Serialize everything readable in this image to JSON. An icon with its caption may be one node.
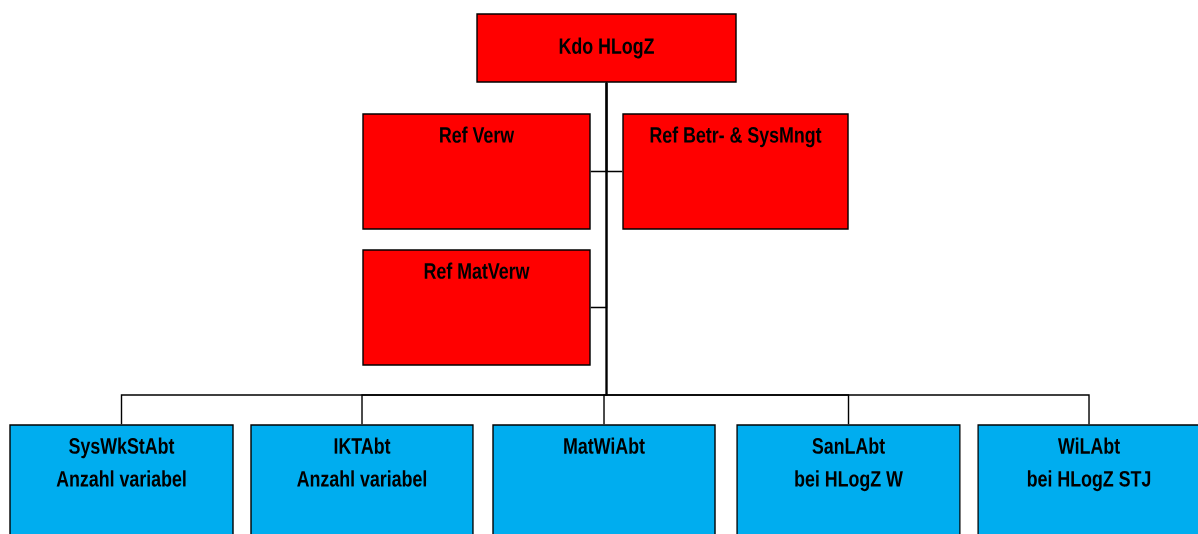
{
  "diagram": {
    "nodes": [
      {
        "text": [
          "Kdo HLogZ"
        ]
      },
      {
        "text": [
          "Ref Verw"
        ]
      },
      {
        "text": [
          "Ref Betr- & SysMngt"
        ]
      },
      {
        "text": [
          "Ref MatVerw"
        ]
      },
      {
        "text": [
          "SysWkStAbt",
          "Anzahl variabel"
        ]
      },
      {
        "text": [
          "IKTAbt",
          "Anzahl variabel"
        ]
      },
      {
        "text": [
          "MatWiAbt"
        ]
      },
      {
        "text": [
          "SanLAbt",
          "bei HLogZ W"
        ]
      },
      {
        "text": [
          "WiLAbt",
          "bei HLogZ STJ"
        ]
      }
    ],
    "edges": [
      {
        "from": 0,
        "to": 1,
        "arrow": "none"
      },
      {
        "from": 0,
        "to": 2,
        "arrow": "none"
      },
      {
        "from": 0,
        "to": 3,
        "arrow": "none"
      },
      {
        "from": 0,
        "to": 4,
        "arrow": "none"
      },
      {
        "from": 0,
        "to": 5,
        "arrow": "none"
      },
      {
        "from": 0,
        "to": 6,
        "arrow": "none"
      },
      {
        "from": 0,
        "to": 7,
        "arrow": "none"
      },
      {
        "from": 0,
        "to": 8,
        "arrow": "none"
      }
    ]
  }
}
